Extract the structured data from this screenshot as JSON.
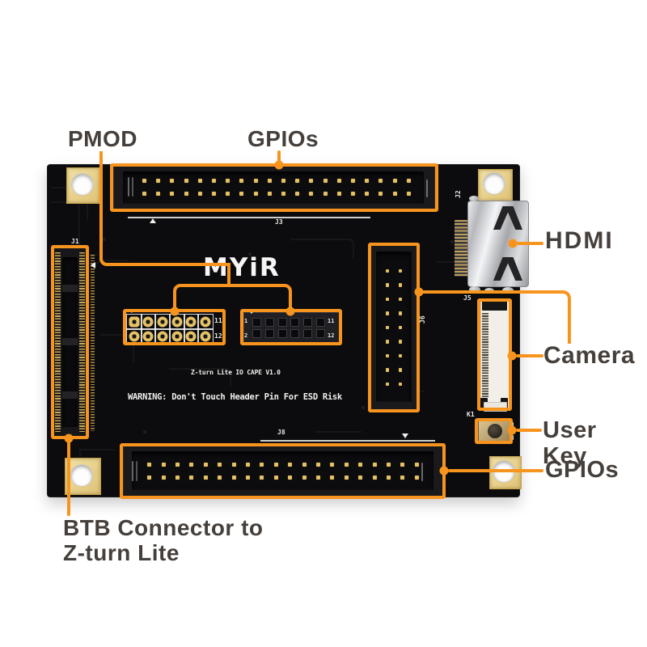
{
  "colors": {
    "accent_orange": "#F7941E",
    "label_text": "#46403C",
    "board_black": "#0C0C0E",
    "silkscreen_white": "#F2F2EE",
    "pad_gold": "#E9D48C",
    "pin_gold": "#E5C166"
  },
  "callouts": {
    "pmod": "PMOD",
    "gpios_top": "GPIOs",
    "hdmi": "HDMI",
    "camera": "Camera",
    "user_key": "User Key",
    "gpios_bottom": "GPIOs",
    "btb_line1": "BTB Connector to",
    "btb_line2": "Z-turn Lite"
  },
  "silkscreen": {
    "logo": "MYiR",
    "title": "Z-turn Lite IO CAPE  V1.0",
    "warning": "WARNING: Don't Touch Header Pin For ESD Risk",
    "j1": "J1",
    "j2": "J2",
    "j3": "J3",
    "j5": "J5",
    "j6": "J6",
    "j8": "J8",
    "k1": "K1"
  },
  "pmod_labels": {
    "left_row1": "11",
    "left_row2": "12",
    "right_pin1": "1",
    "right_pin2": "2",
    "right_row1": "11",
    "right_row2": "12"
  },
  "headers": {
    "j3": {
      "rows": 2,
      "cols": 20
    },
    "j8": {
      "rows": 2,
      "cols": 20
    },
    "j6": {
      "rows": 9,
      "cols": 2
    },
    "pmod_left": {
      "rows": 2,
      "cols": 6
    },
    "pmod_right": {
      "rows": 2,
      "cols": 6
    }
  }
}
